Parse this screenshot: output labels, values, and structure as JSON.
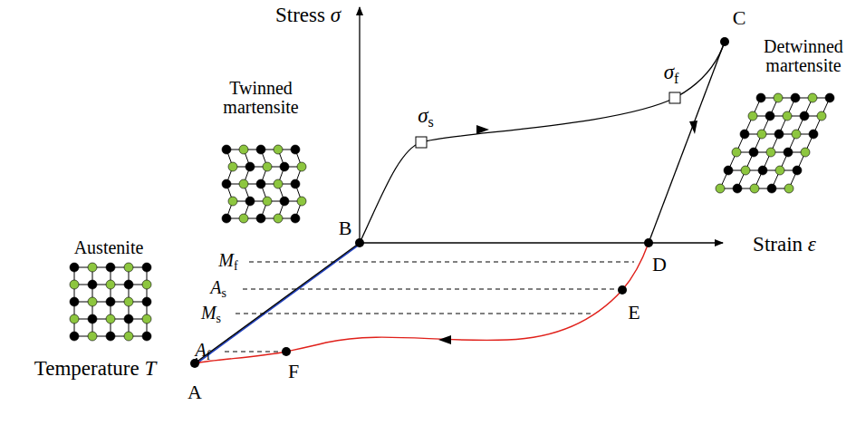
{
  "diagram": {
    "labels": [
      "Stress σ",
      "Strain ε",
      "Temperature T",
      "Twinned martensite",
      "Detwinned martensite",
      "Austenite",
      "σs",
      "σf",
      "Mf",
      "As",
      "Ms",
      "Af",
      "A",
      "B",
      "C",
      "D",
      "E",
      "F"
    ]
  }
}
